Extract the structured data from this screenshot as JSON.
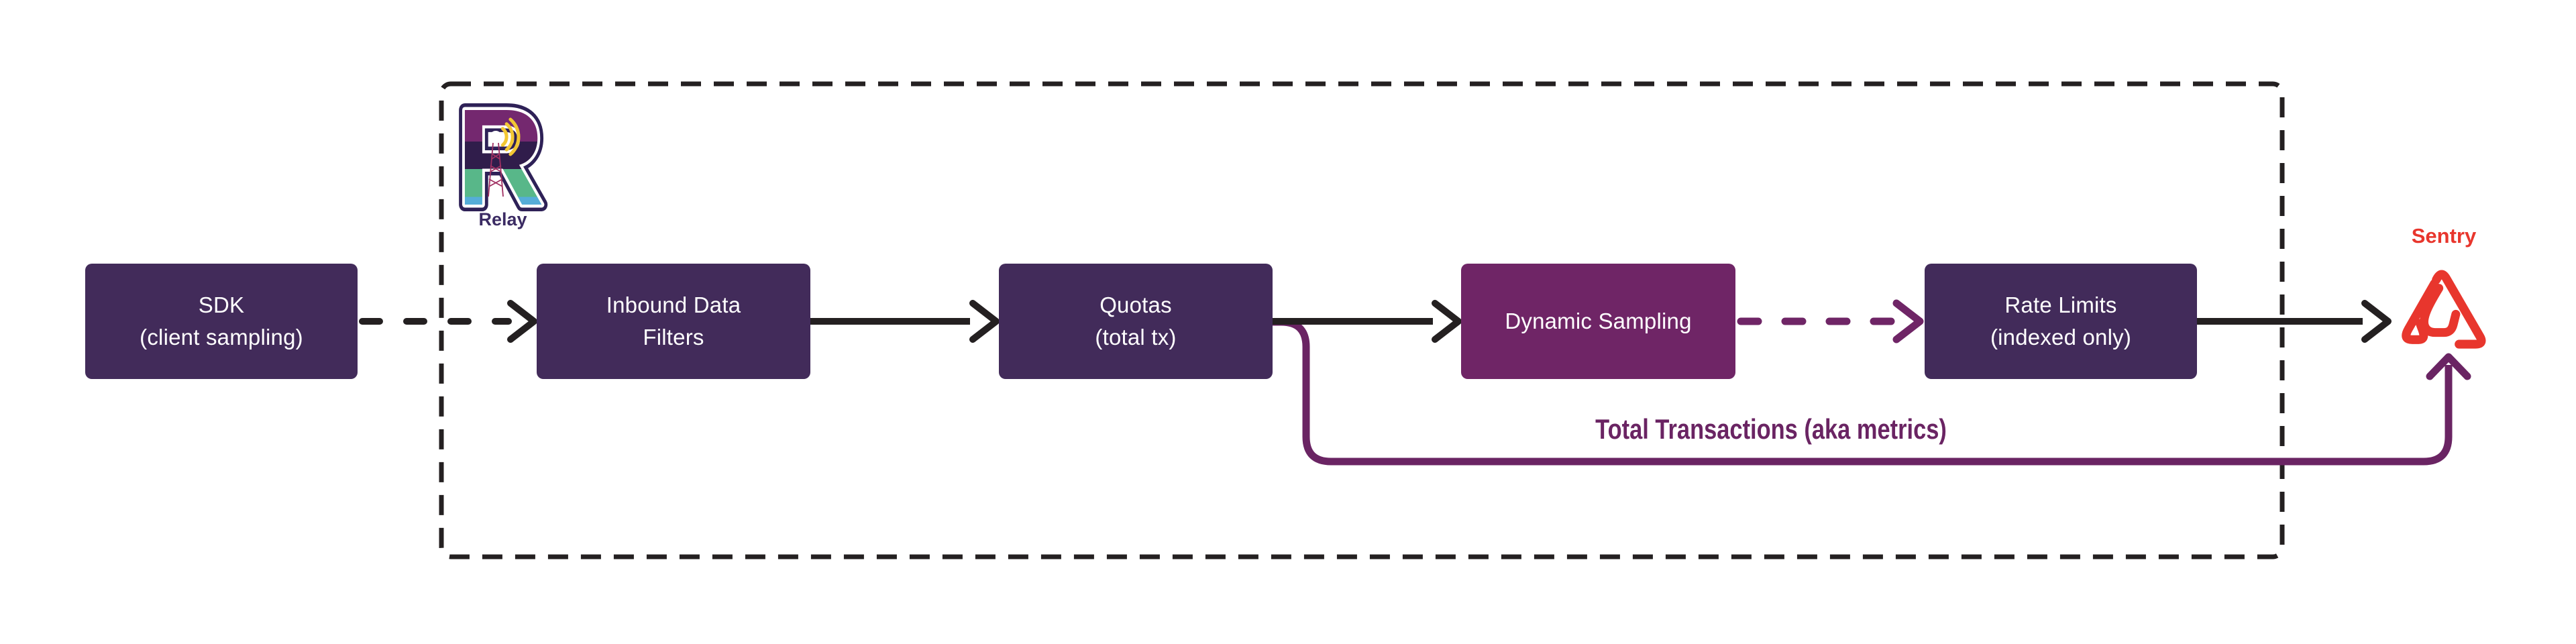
{
  "diagram": {
    "type": "flowchart",
    "container": {
      "label": "Relay"
    },
    "nodes": [
      {
        "id": "sdk",
        "lines": [
          "SDK",
          "(client sampling)"
        ],
        "fill": "#422b5a"
      },
      {
        "id": "inbound_data_filters",
        "lines": [
          "Inbound Data",
          "Filters"
        ],
        "fill": "#422b5a"
      },
      {
        "id": "quotas",
        "lines": [
          "Quotas",
          "(total tx)"
        ],
        "fill": "#422b5a"
      },
      {
        "id": "dynamic_sampling",
        "lines": [
          "Dynamic Sampling"
        ],
        "fill": "#6f2566"
      },
      {
        "id": "rate_limits",
        "lines": [
          "Rate Limits",
          "(indexed only)"
        ],
        "fill": "#422b5a"
      }
    ],
    "sentry": {
      "label": "Sentry"
    },
    "edges": [
      {
        "from": "sdk",
        "to": "inbound_data_filters",
        "style": "dashed",
        "color": "#242021",
        "label": ""
      },
      {
        "from": "inbound_data_filters",
        "to": "quotas",
        "style": "solid",
        "color": "#242021",
        "label": ""
      },
      {
        "from": "quotas",
        "to": "dynamic_sampling",
        "style": "solid",
        "color": "#242021",
        "label": ""
      },
      {
        "from": "dynamic_sampling",
        "to": "rate_limits",
        "style": "dashed",
        "color": "#6f2566",
        "label": ""
      },
      {
        "from": "rate_limits",
        "to": "sentry",
        "style": "solid",
        "color": "#242021",
        "label": ""
      },
      {
        "from": "quotas",
        "to": "sentry",
        "style": "solid",
        "color": "#6a2463",
        "label": "Total Transactions (aka metrics)"
      }
    ],
    "colors": {
      "node_purple": "#422b5a",
      "accent_purple": "#6f2566",
      "line_black": "#242021",
      "metrics_purple": "#6a2463",
      "sentry_red": "#e8362d",
      "relay_navy": "#2e2157",
      "relay_yellow": "#f2c733",
      "relay_green": "#58b789",
      "relay_blue": "#55add8"
    }
  }
}
